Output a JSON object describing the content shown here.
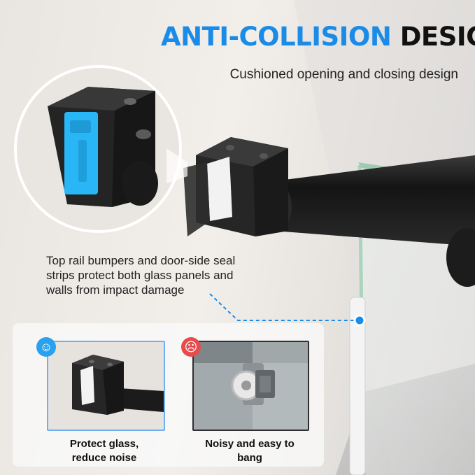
{
  "heading": {
    "accent": "ANTI-COLLISION",
    "rest": "DESIGN",
    "subtitle": "Cushioned opening and closing design"
  },
  "description": "Top rail bumpers and door-side seal strips protect both glass panels and walls from impact damage",
  "comparison": {
    "good": {
      "icon": "smiley-face-icon",
      "color": "#29a1ef",
      "caption_line1": "Protect glass,",
      "caption_line2": "reduce noise"
    },
    "bad": {
      "icon": "sad-face-icon",
      "color": "#e84b4b",
      "caption_line1": "Noisy and easy to",
      "caption_line2": "bang"
    }
  },
  "colors": {
    "accent": "#1a8ce8",
    "hardware": "#1e1e1e",
    "bumper_highlight": "#29b6f6",
    "callout_dash": "#1a8ce8"
  }
}
